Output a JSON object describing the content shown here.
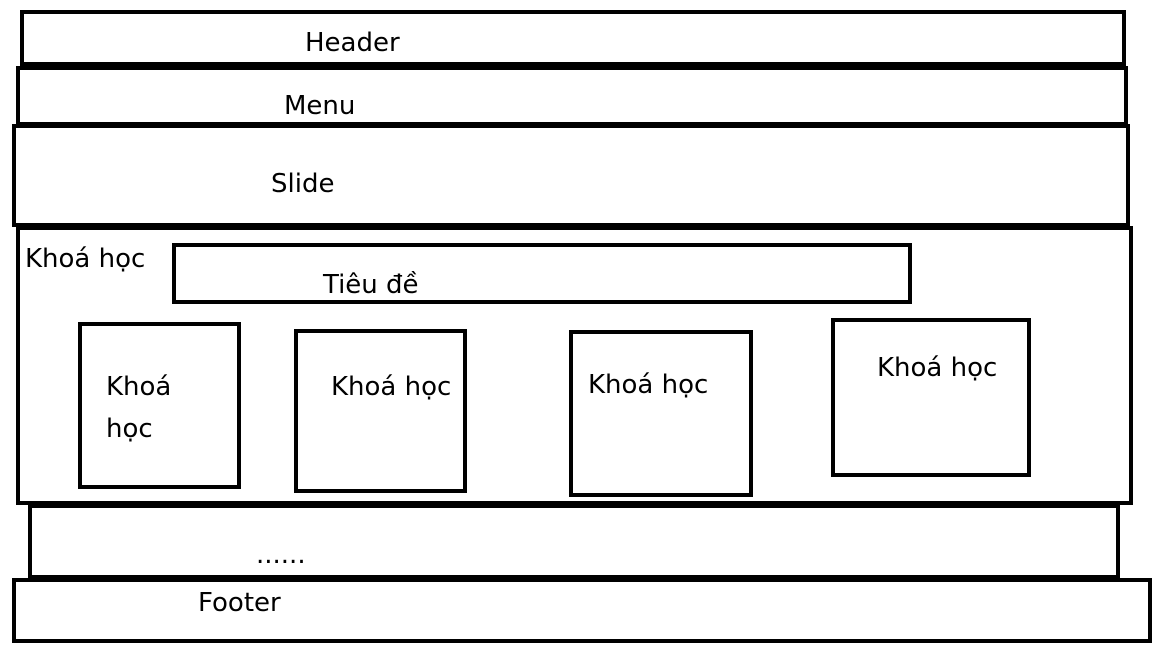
{
  "header": {
    "label": "Header"
  },
  "menu": {
    "label": "Menu"
  },
  "slide": {
    "label": "Slide"
  },
  "courses_section": {
    "label": "Khoá học",
    "title_box": {
      "label": "Tiêu đề"
    },
    "cards": [
      {
        "label": "Khoá học"
      },
      {
        "label": "Khoá học"
      },
      {
        "label": "Khoá học"
      },
      {
        "label": "Khoá học"
      }
    ]
  },
  "more_section": {
    "label": "......"
  },
  "footer": {
    "label": "Footer"
  }
}
